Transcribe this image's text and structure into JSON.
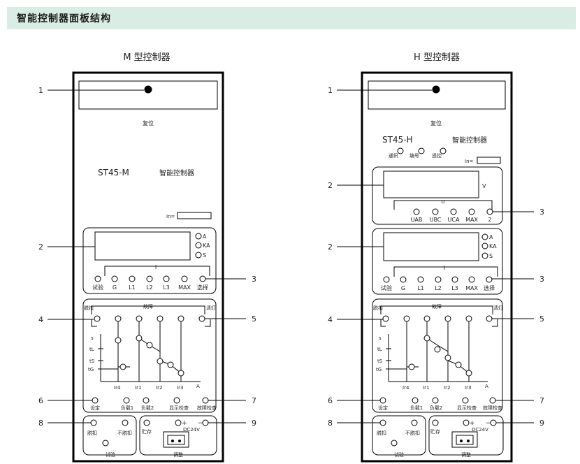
{
  "header": {
    "title": "智能控制器面板结构"
  },
  "panels": {
    "m": {
      "title": "M 型控制器",
      "reset": "复位",
      "model": "ST45-M",
      "name": "智能控制器",
      "in_label": "In=",
      "units": [
        "A",
        "KA",
        "S"
      ],
      "i_label": "I",
      "buttons": [
        "试验",
        "G",
        "L1",
        "L2",
        "L3",
        "MAX",
        "选择"
      ],
      "trip_left": "脱扣",
      "fault_label": "故障",
      "clear_right": "清灯",
      "curve": {
        "y_labels": [
          "s",
          "tL",
          "tS",
          "tG"
        ],
        "x_labels": [
          "Ir4",
          "Ir1",
          "Ir2",
          "Ir3",
          "A"
        ]
      },
      "bottom_buttons": [
        "设定",
        "负载1",
        "负载2",
        "显示检查",
        "故障检查"
      ],
      "test_box": {
        "label": "试验",
        "trip": "脱扣",
        "no_trip": "不脱扣"
      },
      "adjust_box": {
        "label": "调整",
        "store": "贮存",
        "plus": "+",
        "minus": "−",
        "dc": "DC24V"
      }
    },
    "h": {
      "title": "H 型控制器",
      "reset": "复位",
      "model": "ST45-H",
      "name": "智能控制器",
      "comm_labels": [
        "通讯",
        "编号",
        "遥控"
      ],
      "in_label": "In=",
      "volt_unit": "V",
      "u_label": "U",
      "volt_buttons": [
        "UAB",
        "UBC",
        "UCA",
        "MAX",
        "2"
      ],
      "units": [
        "A",
        "KA",
        "S"
      ],
      "i_label": "I",
      "buttons": [
        "试验",
        "G",
        "L1",
        "L2",
        "L3",
        "MAX",
        "选择"
      ],
      "trip_left": "脱扣",
      "fault_label": "故障",
      "clear_right": "清灯",
      "curve": {
        "y_labels": [
          "s",
          "tL",
          "tS",
          "tG"
        ],
        "x_labels": [
          "Ir4",
          "Ir1",
          "Ir2",
          "Ir3",
          "A"
        ]
      },
      "bottom_buttons": [
        "设定",
        "负载1",
        "负载2",
        "显示检查",
        "故障检查"
      ],
      "test_box": {
        "label": "试验",
        "trip": "脱扣",
        "no_trip": "不脱扣"
      },
      "adjust_box": {
        "label": "调整",
        "store": "贮存",
        "plus": "+",
        "minus": "−",
        "dc": "DC24V"
      }
    }
  },
  "callouts": {
    "m_left": [
      "1",
      "2",
      "4",
      "6",
      "8"
    ],
    "m_right": [
      "3",
      "5",
      "7",
      "9"
    ],
    "h_left": [
      "1",
      "2",
      "2",
      "4",
      "6",
      "8"
    ],
    "h_right": [
      "3",
      "3",
      "5",
      "7",
      "9"
    ]
  }
}
